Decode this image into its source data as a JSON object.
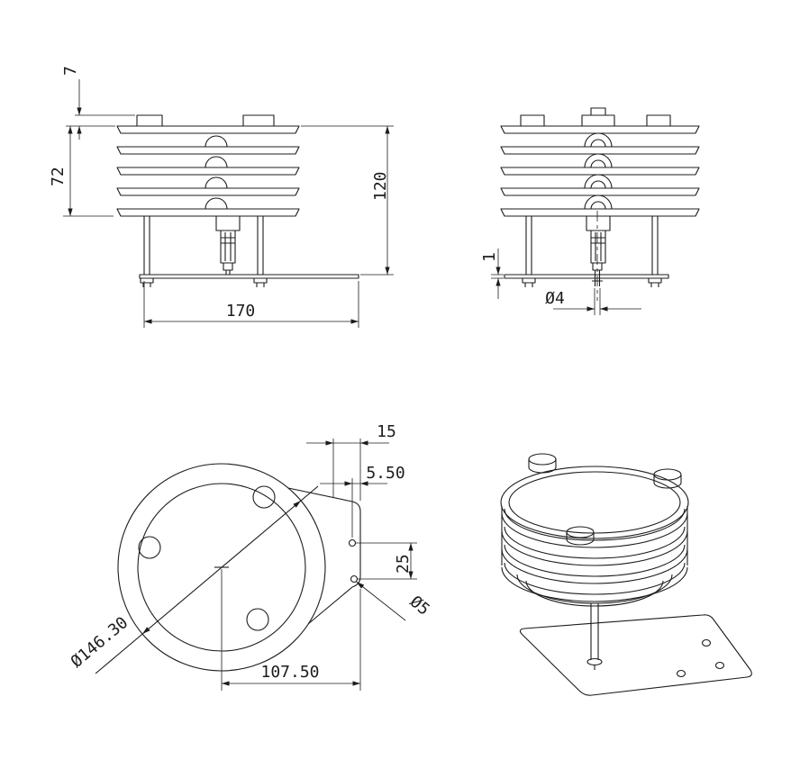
{
  "drawing": {
    "background": "#ffffff",
    "line_color": "#1c1c1c",
    "views": {
      "front": {
        "dims": {
          "knob_height": "7",
          "louver_stack_height": "72",
          "overall_height": "120",
          "base_width": "170"
        }
      },
      "side": {
        "dims": {
          "base_plate_thickness": "1",
          "center_pin_diameter": "Ø4"
        }
      },
      "bottom": {
        "dims": {
          "tab_width": "15",
          "hole_edge_offset": "5.50",
          "hole_spacing": "25",
          "tab_hole_diameter": "Ø5",
          "outer_diameter": "Ø146.30",
          "center_to_tab_holes": "107.50"
        }
      }
    }
  }
}
